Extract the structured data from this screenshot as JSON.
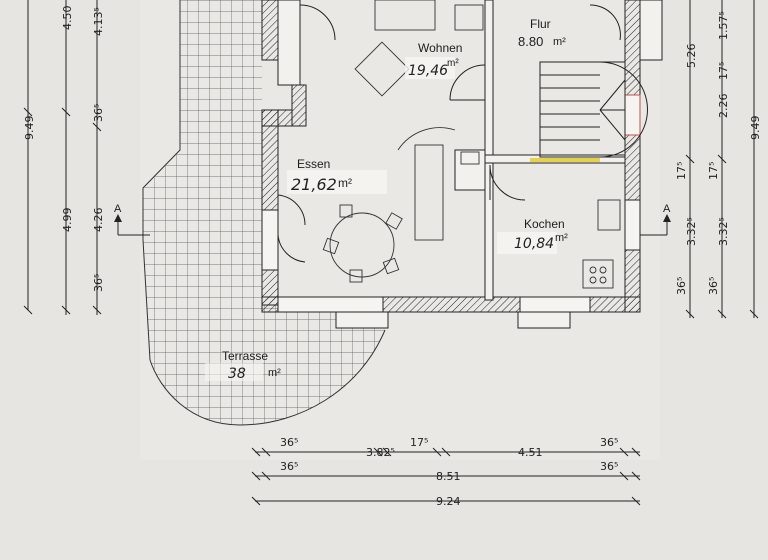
{
  "rooms": {
    "wohnen": {
      "name": "Wohnen",
      "area": "19,46",
      "unit": "m²"
    },
    "flur": {
      "name": "Flur",
      "area": "8.80",
      "unit": "m²"
    },
    "essen": {
      "name": "Essen",
      "area": "21,62",
      "unit": "m²"
    },
    "kochen": {
      "name": "Kochen",
      "area": "10,84",
      "unit": "m²"
    },
    "terrasse": {
      "name": "Terrasse",
      "area": "38",
      "unit": "m²"
    }
  },
  "section_marker": "A",
  "dims_left_outer": [
    "9.49"
  ],
  "dims_left_mid": [
    "4.50",
    "4.99"
  ],
  "dims_left_inner": [
    "4.13⁵",
    "36⁵",
    "4.26",
    "36⁵"
  ],
  "dims_right_outer": [
    "5.26",
    "2.26",
    "3.32⁵"
  ],
  "dims_right_small": [
    "1.57⁵",
    "17⁵",
    "17⁵",
    "17⁵",
    "36⁵",
    "36⁵"
  ],
  "dims_right_far": [
    "3.32⁵",
    "9.49"
  ],
  "dims_bottom_row1": [
    "36⁵",
    "3.82⁵",
    "17⁵",
    "4.51",
    "36⁵"
  ],
  "dims_bottom_row2": [
    "36⁵",
    "8.51",
    "36⁵"
  ],
  "dims_bottom_row3": [
    "9.24"
  ]
}
